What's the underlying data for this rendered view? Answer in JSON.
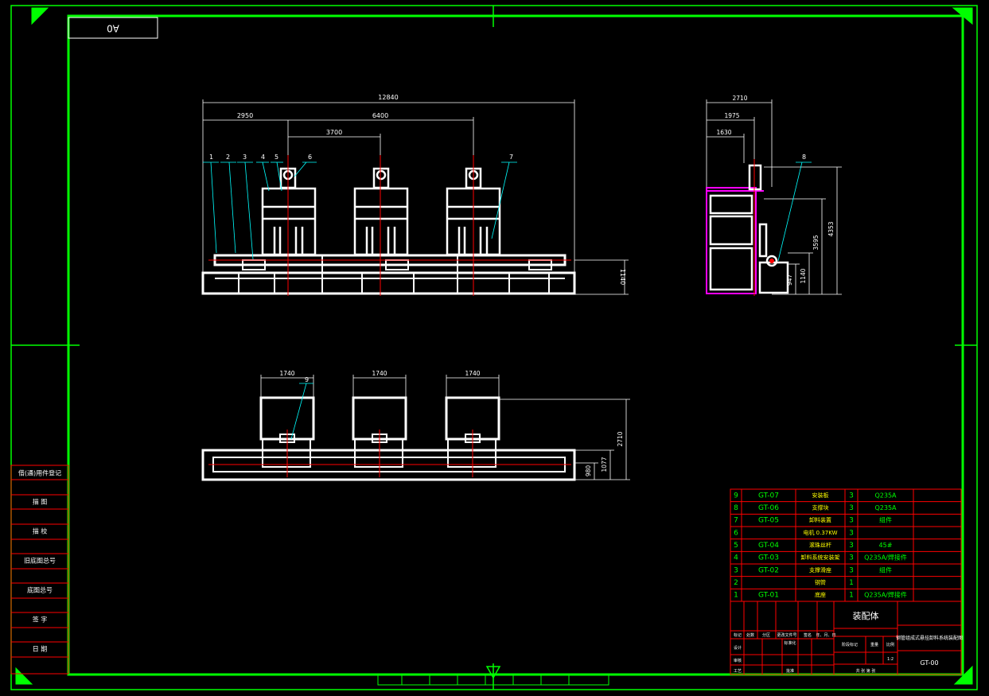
{
  "sheet": {
    "size_label": "A0",
    "drawing_number": "GT-00",
    "assembly_title": "装配体",
    "project_title": "钢管组成式悬挂卸料系统装配图",
    "colors": {
      "background": "#000000",
      "border": "#00ff00",
      "outline": "#ffffff",
      "center_line": "#ff0000",
      "dimension": "#ffffff",
      "leader": "#00ffff",
      "accent": "#ff00ff",
      "table_line": "#ff0000",
      "table_text": "#00ff00",
      "table_text_cn": "#ffff00"
    }
  },
  "front_view": {
    "dims": {
      "overall": "12840",
      "left": "2950",
      "spacing_top": "6400",
      "spacing_mid": "3700",
      "height": "1140"
    },
    "balloons": [
      "1",
      "2",
      "3",
      "4",
      "5",
      "6",
      "7"
    ]
  },
  "side_view": {
    "dims": {
      "overall": "2710",
      "d1": "1975",
      "d2": "1630",
      "h_total": "4353",
      "h_mid": "3595",
      "h_low": "1140",
      "h_small": "947"
    },
    "balloons": [
      "8"
    ]
  },
  "top_view": {
    "dims": {
      "unit_width_1": "1740",
      "unit_width_2": "1740",
      "unit_width_3": "1740",
      "depth": "2710",
      "d1": "1077",
      "d2": "980"
    },
    "balloons": [
      "9"
    ]
  },
  "bom": [
    {
      "no": "9",
      "code": "GT-07",
      "name": "安装板",
      "qty": "3",
      "material": "Q235A"
    },
    {
      "no": "8",
      "code": "GT-06",
      "name": "支撑块",
      "qty": "3",
      "material": "Q235A"
    },
    {
      "no": "7",
      "code": "GT-05",
      "name": "卸料装置",
      "qty": "3",
      "material": "组件"
    },
    {
      "no": "6",
      "code": "",
      "name": "电机 0.37KW",
      "qty": "3",
      "material": ""
    },
    {
      "no": "5",
      "code": "GT-04",
      "name": "滚珠丝杆",
      "qty": "3",
      "material": "45#"
    },
    {
      "no": "4",
      "code": "GT-03",
      "name": "卸料系统安装架",
      "qty": "3",
      "material": "Q235A/焊接件"
    },
    {
      "no": "3",
      "code": "GT-02",
      "name": "支撑滑座",
      "qty": "3",
      "material": "组件"
    },
    {
      "no": "2",
      "code": "",
      "name": "钢管",
      "qty": "1",
      "material": ""
    },
    {
      "no": "1",
      "code": "GT-01",
      "name": "底座",
      "qty": "1",
      "material": "Q235A/焊接件"
    }
  ],
  "title_block": {
    "row_labels": [
      "标记",
      "处数",
      "分区",
      "更改文件号",
      "签名",
      "年、月、日"
    ],
    "design": "设计",
    "standardize": "标准化",
    "stage_mark": "阶段标记",
    "weight": "重量",
    "scale": "比例",
    "scale_value": "1:2",
    "review": "审核",
    "process": "工艺",
    "approve": "批准",
    "sheets": "共  张  第  张"
  },
  "side_table": [
    "借(通)用件登记",
    "描  图",
    "描  校",
    "旧底图总号",
    "底图总号",
    "签  字",
    "日  期"
  ]
}
